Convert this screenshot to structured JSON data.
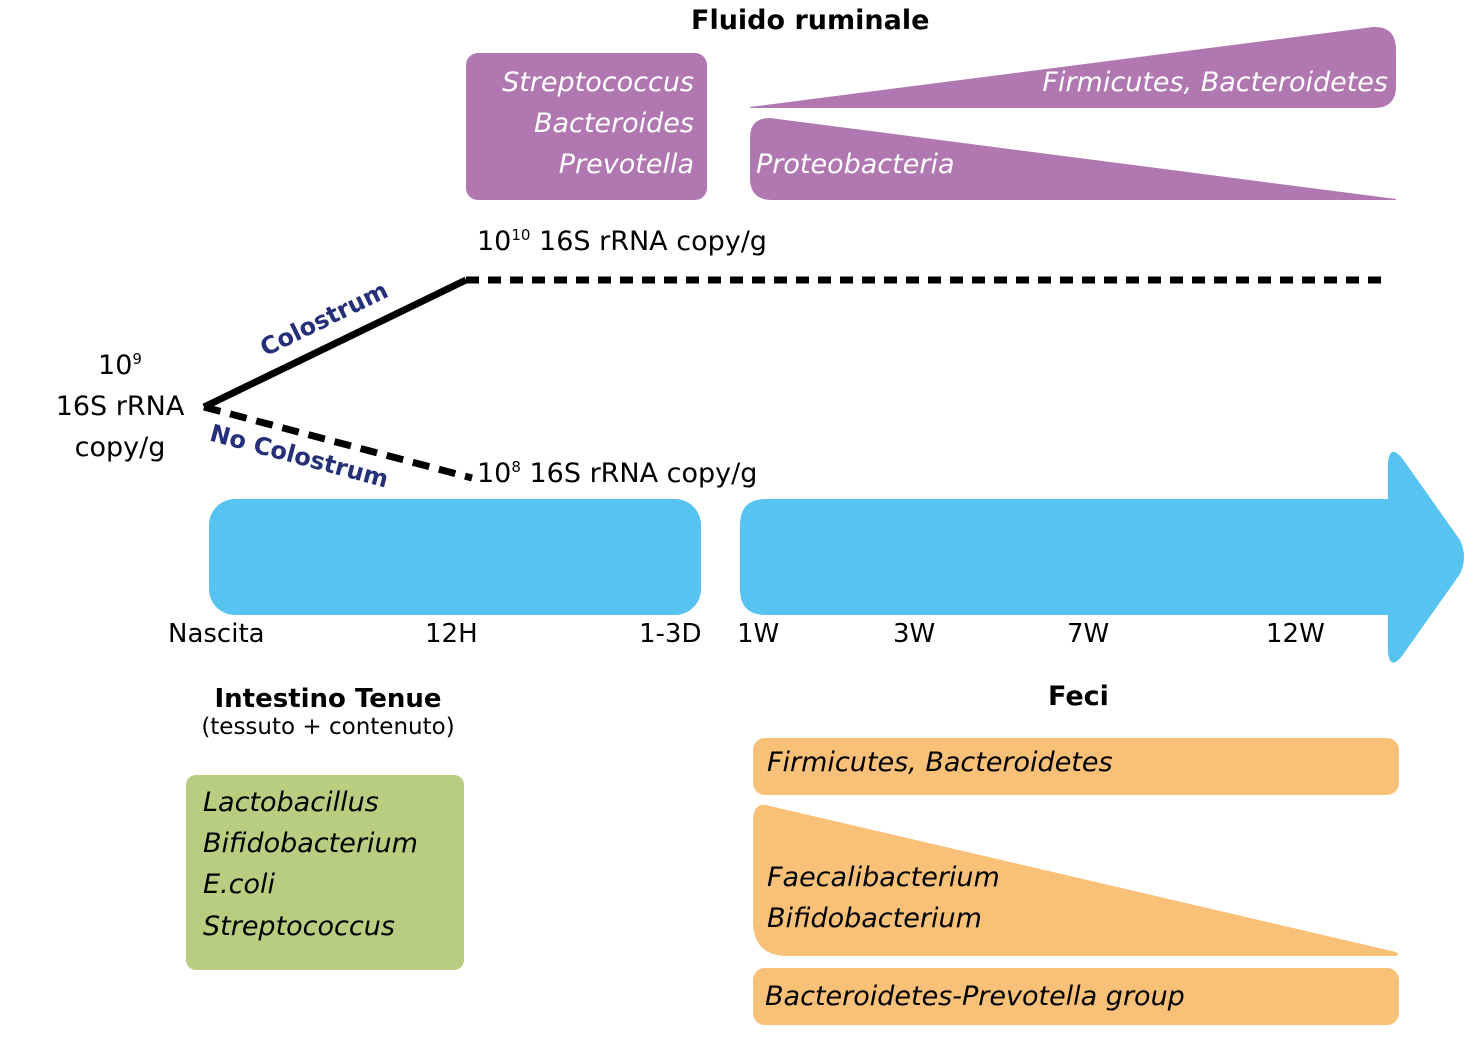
{
  "colors": {
    "rumen_purple": "#b077b0",
    "timeline_blue": "#57c3f1",
    "small_intestine_green": "#b8cd80",
    "feces_orange": "#f9c078",
    "colostrum_label_navy": "#253079"
  },
  "rumen": {
    "title": "Fluido ruminale",
    "early_genera": [
      "Streptococcus",
      "Bacteroides",
      "Prevotella"
    ],
    "increasing": "Firmicutes, Bacteroidetes",
    "decreasing": "Proteobacteria"
  },
  "load": {
    "birth": {
      "base": "10",
      "exp": "9",
      "line2": "16S  rRNA",
      "line3": "copy/g"
    },
    "colostrum": {
      "base": "10",
      "exp": "10",
      "unit": " 16S  rRNA copy/g",
      "label": "Colostrum"
    },
    "no_colostrum": {
      "base": "10",
      "exp": "8",
      "unit": " 16S  rRNA copy/g",
      "label": "No Colostrum"
    }
  },
  "timeline": {
    "ticks": [
      "Nascita",
      "12H",
      "1-3D",
      "1W",
      "3W",
      "7W",
      "12W"
    ]
  },
  "small_intestine": {
    "title": "Intestino Tenue",
    "subtitle": "(tessuto + contenuto)",
    "genera": [
      "Lactobacillus",
      "Bifidobacterium",
      "E.coli",
      "Streptococcus"
    ]
  },
  "feces": {
    "title": "Feci",
    "stable": "Firmicutes, Bacteroidetes",
    "decreasing": [
      "Faecalibacterium",
      "Bifidobacterium"
    ],
    "late": "Bacteroidetes-Prevotella group"
  }
}
